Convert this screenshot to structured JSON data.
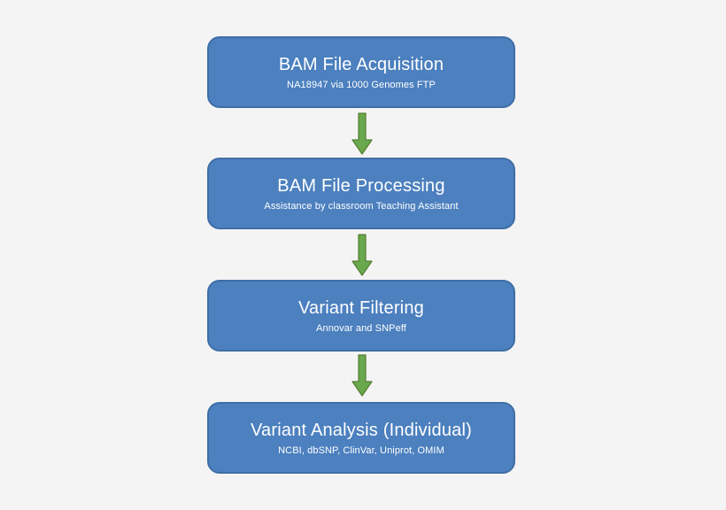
{
  "colors": {
    "background": "#f5f4f4",
    "node_fill": "#4c80bf",
    "node_border": "#3f6ea6",
    "node_text": "#ffffff",
    "arrow_fill": "#6aa84e",
    "arrow_border": "#527d31"
  },
  "flowchart": {
    "steps": [
      {
        "title": "BAM File Acquisition",
        "subtitle": "NA18947 via 1000 Genomes FTP"
      },
      {
        "title": "BAM File Processing",
        "subtitle": "Assistance by classroom Teaching Assistant"
      },
      {
        "title": "Variant Filtering",
        "subtitle": "Annovar and SNPeff"
      },
      {
        "title": "Variant Analysis (Individual)",
        "subtitle": "NCBI, dbSNP, ClinVar, Uniprot, OMIM"
      }
    ],
    "connectors": [
      {
        "icon": "down-arrow-icon"
      },
      {
        "icon": "down-arrow-icon"
      },
      {
        "icon": "down-arrow-icon"
      }
    ]
  }
}
